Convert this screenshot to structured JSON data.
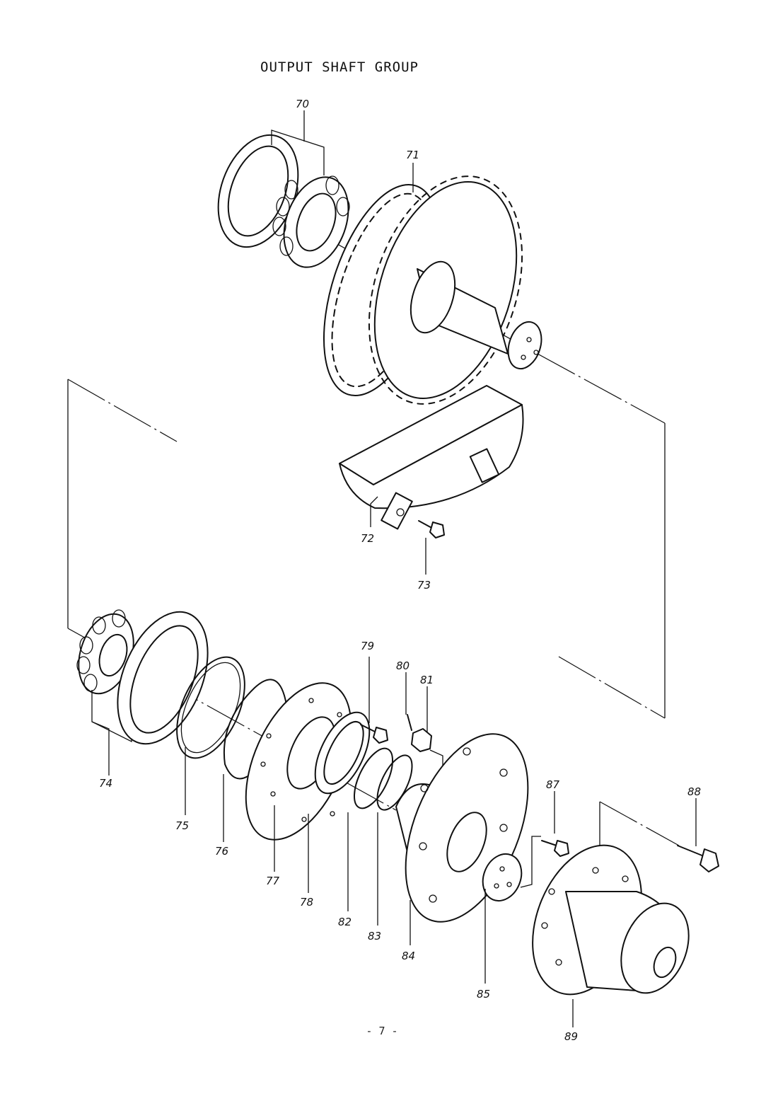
{
  "title": "OUTPUT SHAFT GROUP",
  "page_number": "- 7 -",
  "callouts": [
    "70",
    "71",
    "72",
    "73",
    "74",
    "75",
    "76",
    "77",
    "78",
    "79",
    "80",
    "81",
    "82",
    "83",
    "84",
    "85",
    "87",
    "88",
    "89"
  ]
}
